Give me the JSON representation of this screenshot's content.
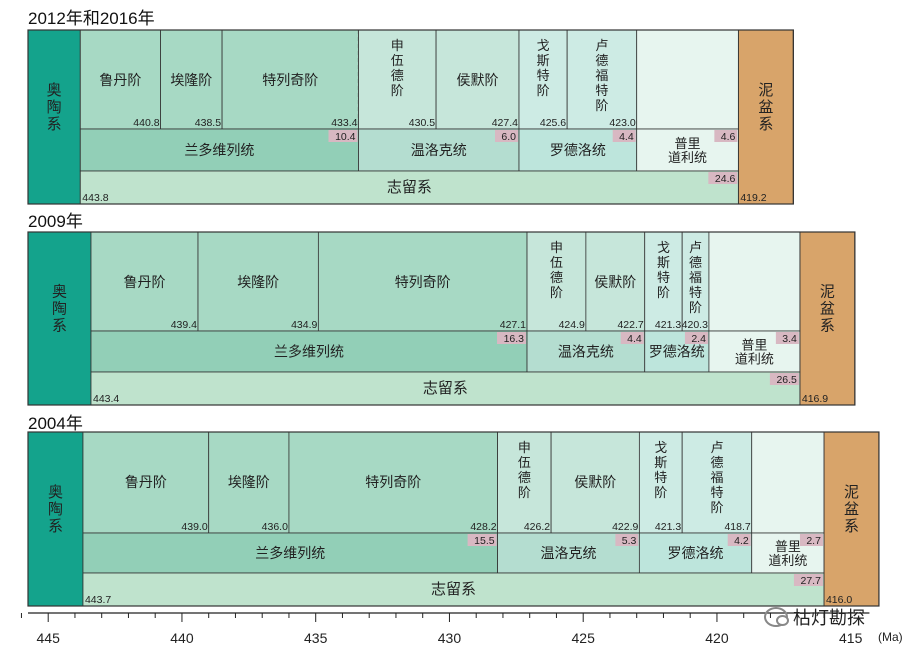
{
  "colors": {
    "ordovician": "#14a38c",
    "devonian": "#d8a46a",
    "silurian": "#bfe3cd",
    "llandovery": "#92cfb7",
    "llandovery_stage": "#a7d9c4",
    "wenlock": "#b4ddd0",
    "wenlock_stage": "#c6e6da",
    "ludlow": "#bde5dc",
    "ludlow_stage": "#cdebe4",
    "pridoli": "#e7f5ef",
    "duration_bg": "#d8b8c2",
    "border": "#333333"
  },
  "axis": {
    "ticks": [
      445,
      440,
      435,
      430,
      425,
      420,
      415
    ],
    "unit": "(Ma)"
  },
  "watermark": "枯灯勘探",
  "chart_data": [
    {
      "type": "table",
      "title": "2012年和2016年",
      "system": {
        "name": "志留系",
        "start": 443.8,
        "end": 419.2,
        "start_label": "443.8",
        "end_label": "419.2",
        "duration": "24.6"
      },
      "ordovician": "奥陶系",
      "devonian": "泥盆系",
      "series": [
        {
          "name": "兰多维列统",
          "start": 443.8,
          "end": 433.4,
          "duration": "10.4",
          "color": "llandovery"
        },
        {
          "name": "温洛克统",
          "start": 433.4,
          "end": 427.4,
          "duration": "6.0",
          "color": "wenlock"
        },
        {
          "name": "罗德洛统",
          "start": 427.4,
          "end": 423.0,
          "duration": "4.4",
          "color": "ludlow"
        },
        {
          "name": "普里道利统",
          "start": 423.0,
          "end": 419.2,
          "duration": "4.6",
          "color": "pridoli"
        }
      ],
      "stages": [
        {
          "name": "鲁丹阶",
          "start": 443.8,
          "end": 440.8,
          "end_label": "440.8",
          "color": "llandovery_stage"
        },
        {
          "name": "埃隆阶",
          "start": 440.8,
          "end": 438.5,
          "end_label": "438.5",
          "color": "llandovery_stage"
        },
        {
          "name": "特列奇阶",
          "start": 438.5,
          "end": 433.4,
          "end_label": "433.4",
          "color": "llandovery_stage",
          "dashed_right": true
        },
        {
          "name": "申伍德阶",
          "start": 433.4,
          "end": 430.5,
          "end_label": "430.5",
          "color": "wenlock_stage",
          "vertical": true
        },
        {
          "name": "侯默阶",
          "start": 430.5,
          "end": 427.4,
          "end_label": "427.4",
          "color": "wenlock_stage"
        },
        {
          "name": "戈斯特阶",
          "start": 427.4,
          "end": 425.6,
          "end_label": "425.6",
          "color": "ludlow_stage",
          "vertical": true
        },
        {
          "name": "卢德福特阶",
          "start": 425.6,
          "end": 423.0,
          "end_label": "423.0",
          "color": "ludlow_stage",
          "vertical": true
        },
        {
          "name": "",
          "start": 423.0,
          "end": 419.2,
          "end_label": "",
          "color": "pridoli"
        }
      ]
    },
    {
      "type": "table",
      "title": "2009年",
      "system": {
        "name": "志留系",
        "start": 443.4,
        "end": 416.9,
        "start_label": "443.4",
        "end_label": "416.9",
        "duration": "26.5"
      },
      "ordovician": "奥陶系",
      "devonian": "泥盆系",
      "series": [
        {
          "name": "兰多维列统",
          "start": 443.4,
          "end": 427.1,
          "duration": "16.3",
          "color": "llandovery"
        },
        {
          "name": "温洛克统",
          "start": 427.1,
          "end": 422.7,
          "duration": "4.4",
          "color": "wenlock"
        },
        {
          "name": "罗德洛统",
          "start": 422.7,
          "end": 420.3,
          "duration": "2.4",
          "color": "ludlow"
        },
        {
          "name": "普里道利统",
          "start": 420.3,
          "end": 416.9,
          "duration": "3.4",
          "color": "pridoli"
        }
      ],
      "stages": [
        {
          "name": "鲁丹阶",
          "start": 443.4,
          "end": 439.4,
          "end_label": "439.4",
          "color": "llandovery_stage"
        },
        {
          "name": "埃隆阶",
          "start": 439.4,
          "end": 434.9,
          "end_label": "434.9",
          "color": "llandovery_stage"
        },
        {
          "name": "特列奇阶",
          "start": 434.9,
          "end": 427.1,
          "end_label": "427.1",
          "color": "llandovery_stage"
        },
        {
          "name": "申伍德阶",
          "start": 427.1,
          "end": 424.9,
          "end_label": "424.9",
          "color": "wenlock_stage",
          "vertical": true
        },
        {
          "name": "侯默阶",
          "start": 424.9,
          "end": 422.7,
          "end_label": "422.7",
          "color": "wenlock_stage"
        },
        {
          "name": "戈斯特阶",
          "start": 422.7,
          "end": 421.3,
          "end_label": "421.3",
          "color": "ludlow_stage",
          "vertical": true
        },
        {
          "name": "卢德福特阶",
          "start": 421.3,
          "end": 420.3,
          "end_label": "420.3",
          "color": "ludlow_stage",
          "vertical": true
        },
        {
          "name": "",
          "start": 420.3,
          "end": 416.9,
          "end_label": "",
          "color": "pridoli"
        }
      ]
    },
    {
      "type": "table",
      "title": "2004年",
      "system": {
        "name": "志留系",
        "start": 443.7,
        "end": 416.0,
        "start_label": "443.7",
        "end_label": "416.0",
        "duration": "27.7"
      },
      "ordovician": "奥陶系",
      "devonian": "泥盆系",
      "series": [
        {
          "name": "兰多维列统",
          "start": 443.7,
          "end": 428.2,
          "duration": "15.5",
          "color": "llandovery"
        },
        {
          "name": "温洛克统",
          "start": 428.2,
          "end": 422.9,
          "duration": "5.3",
          "color": "wenlock"
        },
        {
          "name": "罗德洛统",
          "start": 422.9,
          "end": 418.7,
          "duration": "4.2",
          "color": "ludlow"
        },
        {
          "name": "普里道利统",
          "start": 418.7,
          "end": 416.0,
          "duration": "2.7",
          "color": "pridoli"
        }
      ],
      "stages": [
        {
          "name": "鲁丹阶",
          "start": 443.7,
          "end": 439.0,
          "end_label": "439.0",
          "color": "llandovery_stage"
        },
        {
          "name": "埃隆阶",
          "start": 439.0,
          "end": 436.0,
          "end_label": "436.0",
          "color": "llandovery_stage"
        },
        {
          "name": "特列奇阶",
          "start": 436.0,
          "end": 428.2,
          "end_label": "428.2",
          "color": "llandovery_stage"
        },
        {
          "name": "申伍德阶",
          "start": 428.2,
          "end": 426.2,
          "end_label": "426.2",
          "color": "wenlock_stage",
          "vertical": true
        },
        {
          "name": "侯默阶",
          "start": 426.2,
          "end": 422.9,
          "end_label": "422.9",
          "color": "wenlock_stage"
        },
        {
          "name": "戈斯特阶",
          "start": 422.9,
          "end": 421.3,
          "end_label": "421.3",
          "color": "ludlow_stage",
          "vertical": true
        },
        {
          "name": "卢德福特阶",
          "start": 421.3,
          "end": 418.7,
          "end_label": "418.7",
          "color": "ludlow_stage",
          "vertical": true
        },
        {
          "name": "",
          "start": 418.7,
          "end": 416.0,
          "end_label": "",
          "color": "pridoli"
        }
      ]
    }
  ]
}
